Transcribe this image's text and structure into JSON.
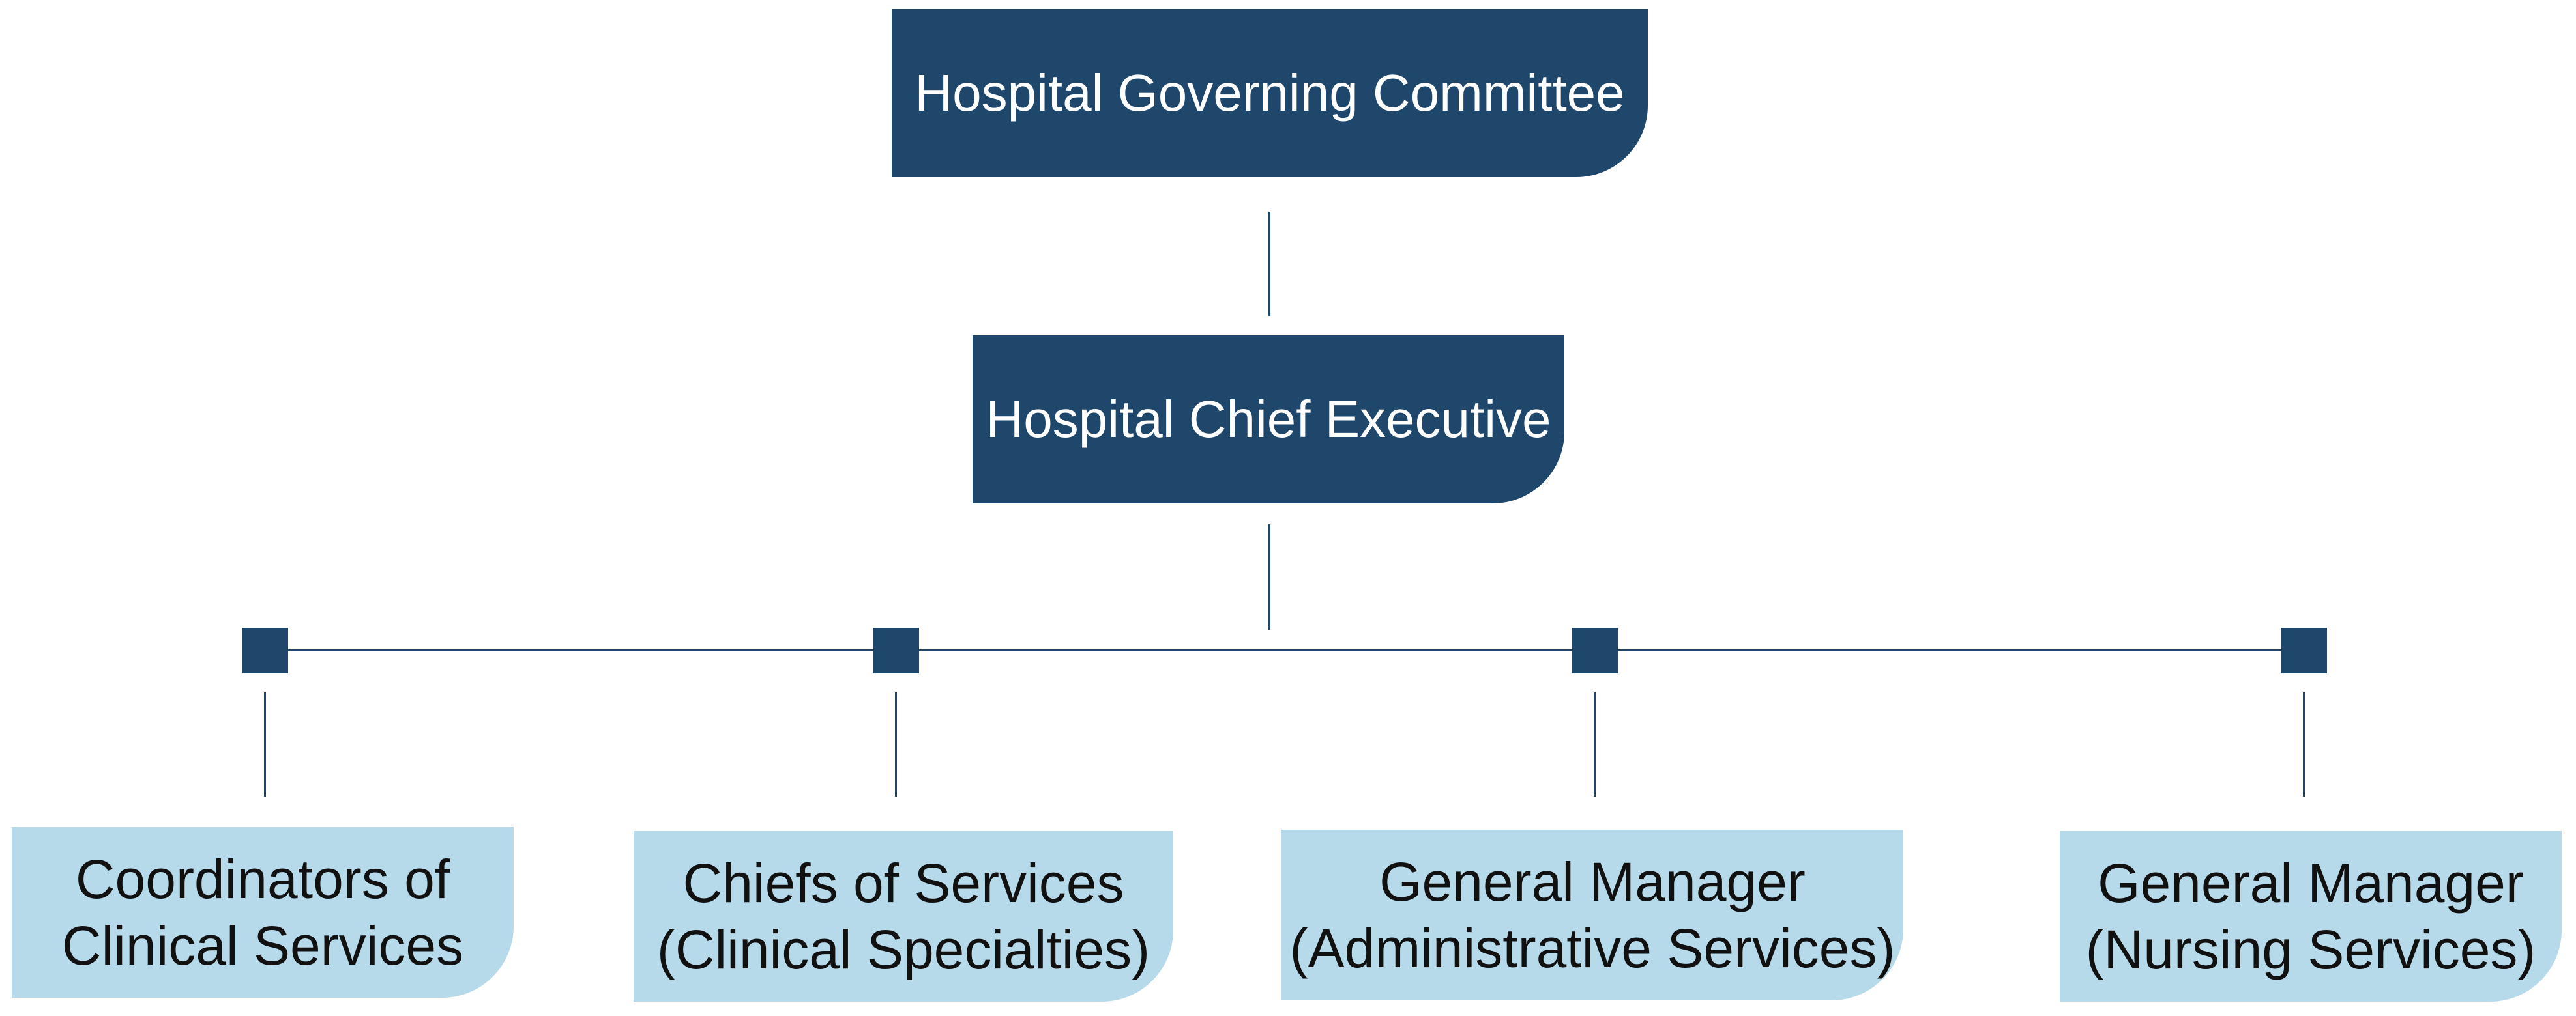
{
  "org_chart": {
    "top": {
      "label": "Hospital Governing Committee"
    },
    "executive": {
      "label": "Hospital Chief Executive"
    },
    "departments": [
      {
        "line1": "Coordinators of",
        "line2": "Clinical Services"
      },
      {
        "line1": "Chiefs of Services",
        "line2": "(Clinical Specialties)"
      },
      {
        "line1": "General Manager",
        "line2": "(Administrative Services)"
      },
      {
        "line1": "General Manager",
        "line2": "(Nursing Services)"
      }
    ]
  },
  "colors": {
    "dark_box": "#1f476b",
    "light_box": "#b7daea",
    "connector": "#1f476b"
  }
}
